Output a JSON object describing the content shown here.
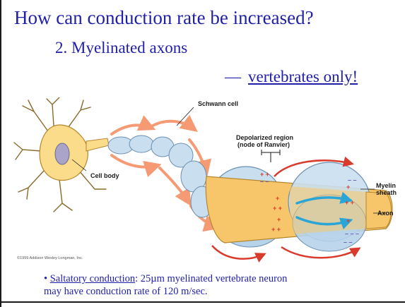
{
  "slide": {
    "title": "How can conduction rate be increased?",
    "subtitle": "2. Myelinated axons",
    "dash": "—",
    "note": "vertebrates only!",
    "bullet_marker": "•",
    "bullet_term": "Saltatory conduction",
    "bullet_colon": ":",
    "bullet_line1": " 25µm myelinated vertebrate neuron",
    "bullet_line2": "may have conduction rate of 120 m/sec."
  },
  "diagram": {
    "labels": {
      "schwann_cell": "Schwann cell",
      "depolarized_region": "Depolarized region",
      "node_of_ranvier": "(node of Ranvier)",
      "cell_body": "Cell body",
      "myelin": "Myelin",
      "sheath": "sheath",
      "axon": "Axon"
    },
    "copyright": "©1999 Addison Wesley Longman, Inc."
  },
  "colors": {
    "title_text": "#1f1fa8",
    "myelin_fill": "#c9dff0",
    "axon_fill": "#f7c66a",
    "cell_body_fill": "#fbdc8a",
    "current_arrow": "#f59a72",
    "ion_flow_arrow": "#2aa6d6"
  }
}
